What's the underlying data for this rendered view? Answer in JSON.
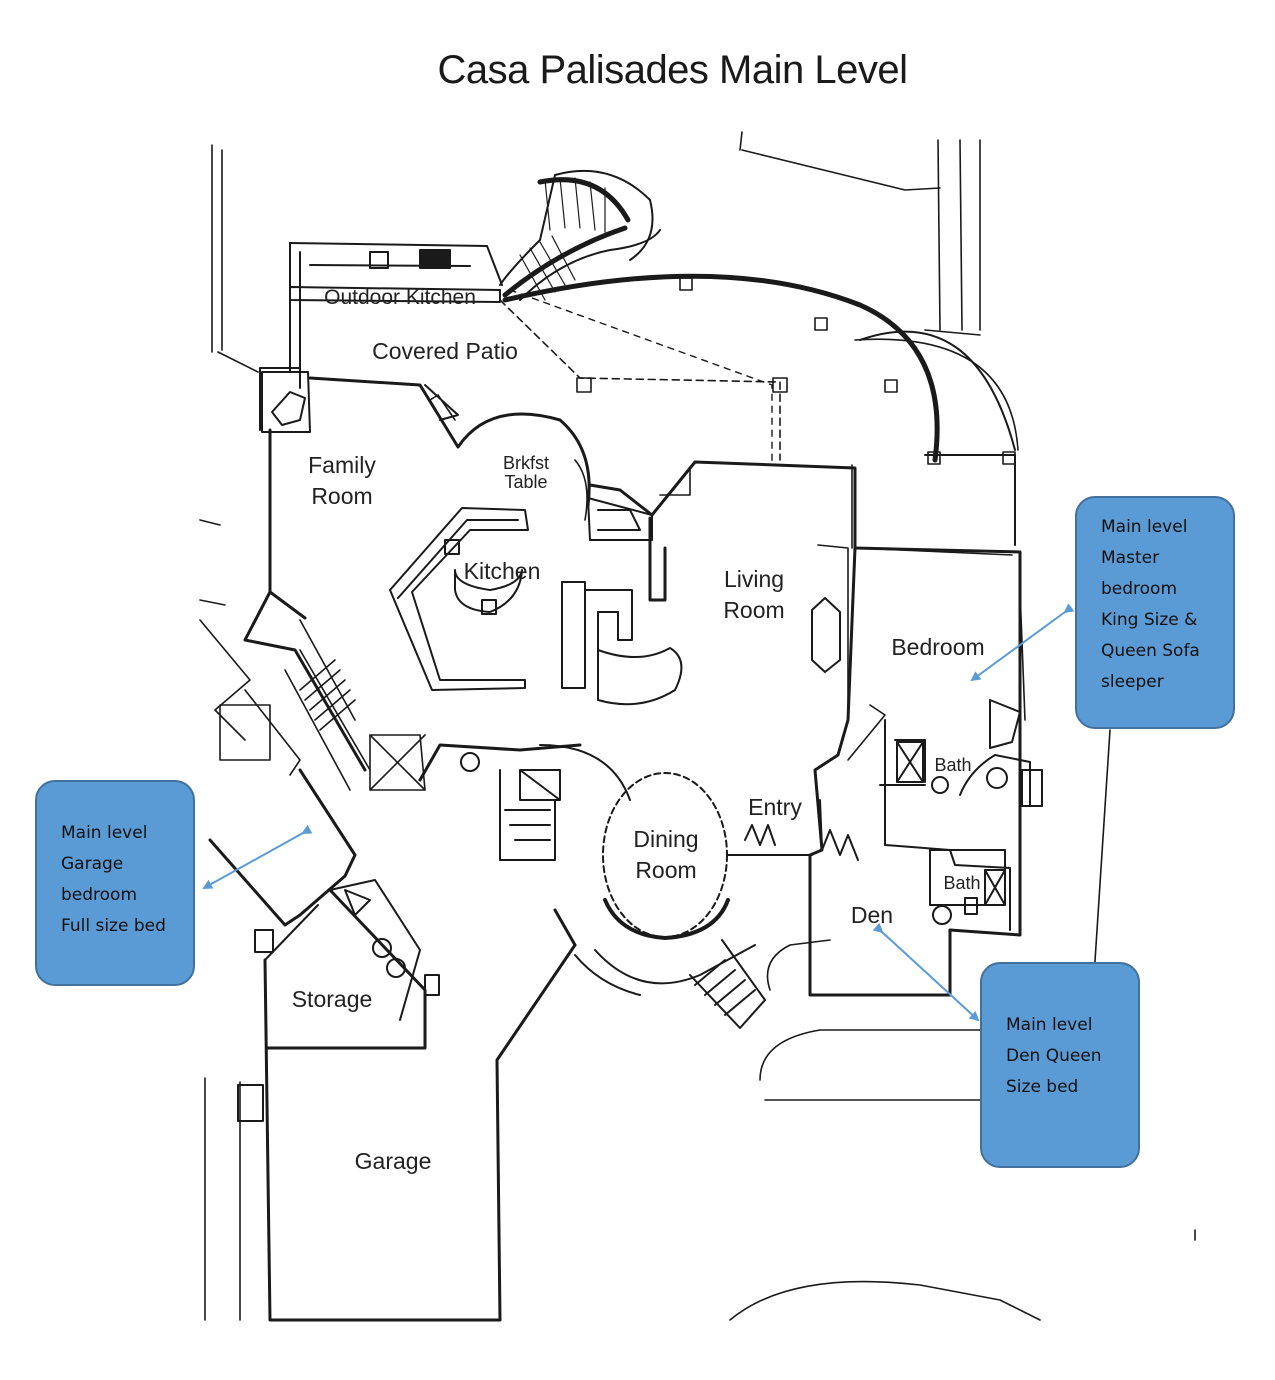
{
  "title": "Casa Palisades Main Level",
  "rooms": {
    "outdoor_kitchen": "Outdoor Kitchen",
    "covered_patio": "Covered Patio",
    "family_room": "Family Room",
    "brkfst_table": "Brkfst Table",
    "kitchen": "Kitchen",
    "living_room": "Living Room",
    "bedroom": "Bedroom",
    "bath_upper": "Bath",
    "bath_lower": "Bath",
    "entry": "Entry",
    "dining_room": "Dining Room",
    "den": "Den",
    "storage": "Storage",
    "garage": "Garage"
  },
  "callouts": {
    "master": [
      "Main level",
      "Master",
      "bedroom",
      "King Size &",
      "Queen Sofa",
      "sleeper"
    ],
    "garage_bedroom": [
      "Main level",
      "Garage",
      "bedroom",
      "Full size bed"
    ],
    "den": [
      "Main level",
      "Den Queen",
      "Size bed"
    ]
  },
  "colors": {
    "callout_fill": "#5b9bd5",
    "callout_border": "#41719c",
    "arrow": "#5b9bd5",
    "linework": "#1a1a1a"
  }
}
